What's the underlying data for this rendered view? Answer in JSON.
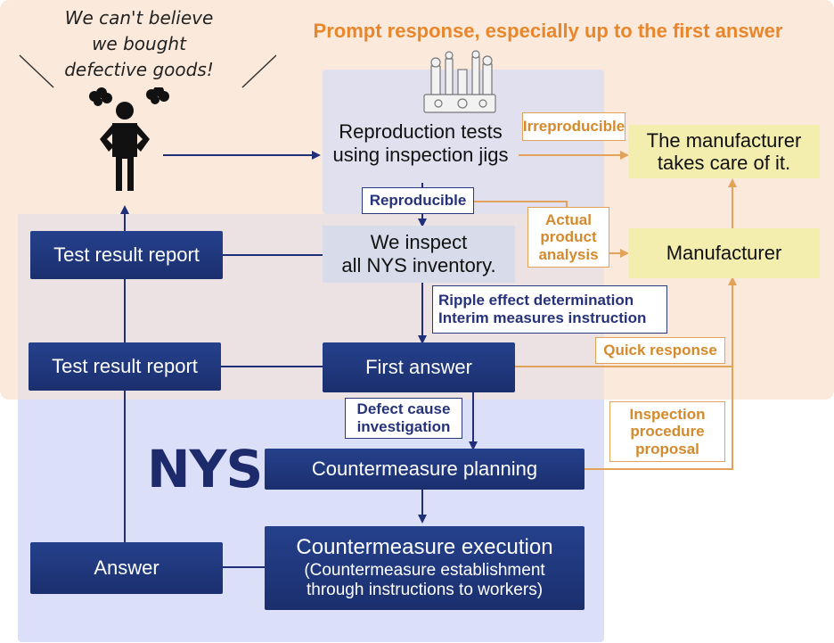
{
  "customer": {
    "speech": "We can't believe\nwe bought\ndefective goods!"
  },
  "banner": {
    "title": "Prompt response, especially up to the first answer"
  },
  "nys_label": "NYS",
  "nodes": {
    "reproduction_tests": [
      "Reproduction tests",
      "using inspection jigs"
    ],
    "inspect_inventory": [
      "We inspect",
      "all NYS inventory."
    ],
    "first_answer": "First answer",
    "countermeasure_planning": "Countermeasure planning",
    "countermeasure_execution": {
      "title": "Countermeasure execution",
      "detail": [
        "(Countermeasure establishment",
        "through instructions to workers)"
      ]
    },
    "test_result_report_1": "Test result report",
    "test_result_report_2": "Test result report",
    "answer": "Answer",
    "manufacturer_takes_care": [
      "The manufacturer",
      "takes care of it."
    ],
    "manufacturer": "Manufacturer"
  },
  "labels": {
    "irreproducible": "Irreproducible",
    "reproducible": "Reproducible",
    "actual_product_analysis": [
      "Actual",
      "product",
      "analysis"
    ],
    "ripple_effect": [
      "Ripple effect determination",
      "Interim measures instruction"
    ],
    "quick_response": "Quick response",
    "defect_cause": [
      "Defect cause",
      "investigation"
    ],
    "inspection_procedure": [
      "Inspection",
      "procedure",
      "proposal"
    ]
  },
  "colors": {
    "navy": "#1f3a86",
    "orange": "#e3a25a",
    "banner_bg": "#fbeadb",
    "nys_bg": "#dcdff8",
    "yellow": "#f3edae"
  },
  "icons": {
    "person": "angry-person-icon",
    "jigs": "inspection-jigs-icon"
  }
}
